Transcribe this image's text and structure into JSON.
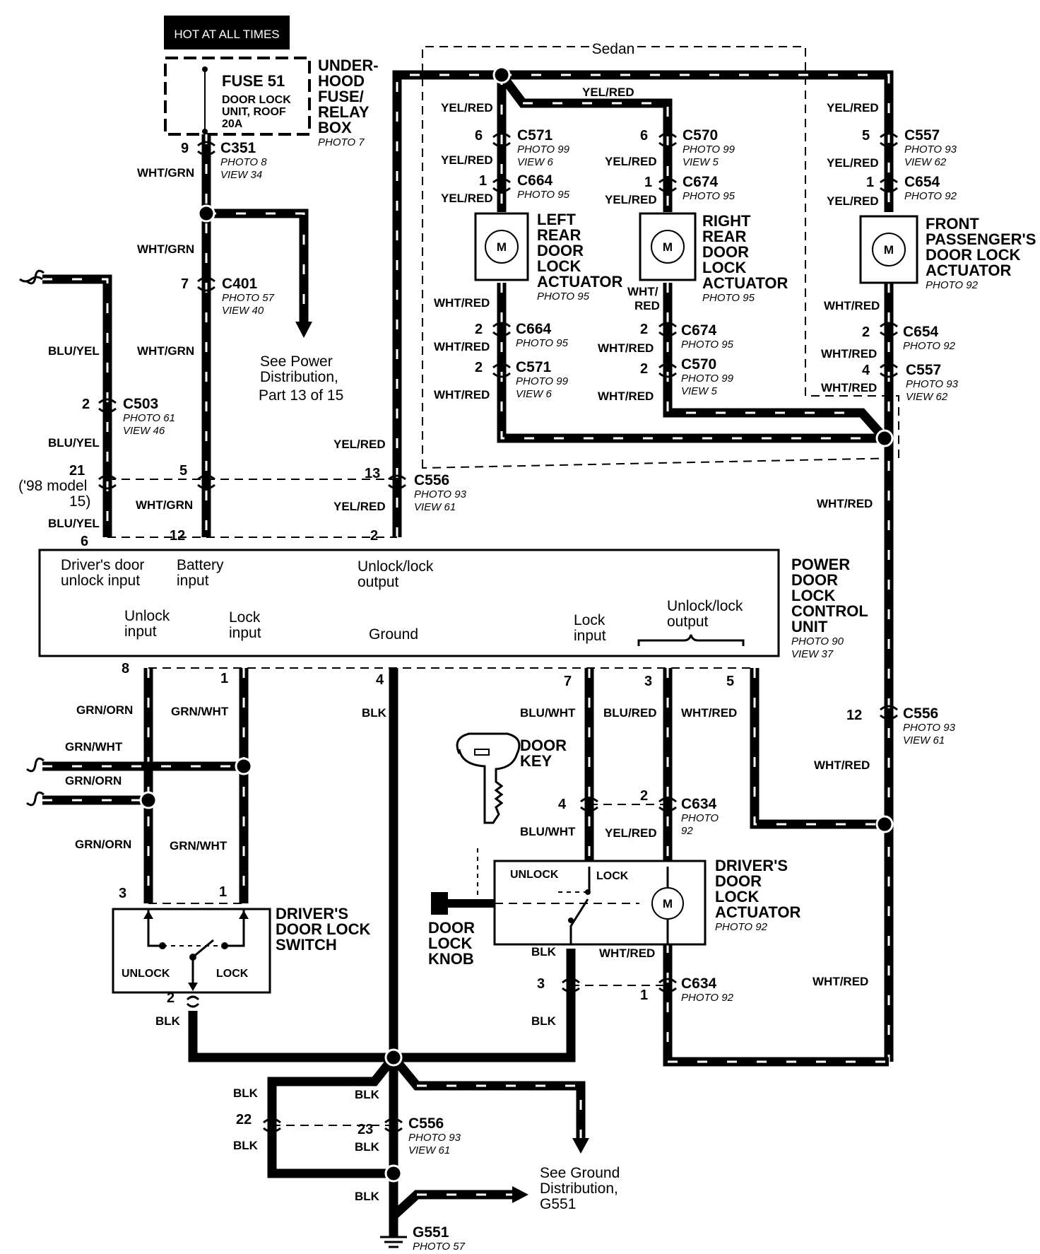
{
  "header": {
    "hot_label": "HOT AT ALL TIMES",
    "sedan_label": "Sedan"
  },
  "fuse": {
    "name": "FUSE 51",
    "desc1": "DOOR LOCK",
    "desc2": "UNIT, ROOF",
    "rating": "20A",
    "box_lines": [
      "UNDER-",
      "HOOD",
      "FUSE/",
      "RELAY",
      "BOX"
    ],
    "photo": "PHOTO 7"
  },
  "wires": {
    "wht_grn": "WHT/GRN",
    "yel_red": "YEL/RED",
    "wht_red": "WHT/RED",
    "blu_yel": "BLU/YEL",
    "grn_orn": "GRN/ORN",
    "grn_wht": "GRN/WHT",
    "blk": "BLK",
    "blu_wht": "BLU/WHT",
    "blu_red": "BLU/RED",
    "wht_red_split_1": "WHT/",
    "wht_red_split_2": "RED"
  },
  "connectors": {
    "c351": {
      "id": "C351",
      "pin": "9",
      "photo": "PHOTO 8",
      "view": "VIEW 34"
    },
    "c401": {
      "id": "C401",
      "pin": "7",
      "photo": "PHOTO 57",
      "view": "VIEW 40"
    },
    "c503": {
      "id": "C503",
      "pin": "2",
      "photo": "PHOTO 61",
      "view": "VIEW 46"
    },
    "c556": {
      "id": "C556",
      "photo": "PHOTO 93",
      "view": "VIEW 61",
      "pins": [
        "21",
        "5",
        "13",
        "6",
        "12",
        "2",
        "22",
        "23"
      ],
      "model_note": [
        "('98 model",
        "15)"
      ]
    },
    "c571_top": {
      "id": "C571",
      "pin": "6",
      "photo": "PHOTO 99",
      "view": "VIEW 6"
    },
    "c664_top": {
      "id": "C664",
      "pin": "1",
      "photo": "PHOTO 95"
    },
    "c570_top": {
      "id": "C570",
      "pin": "6",
      "photo": "PHOTO 99",
      "view": "VIEW 5"
    },
    "c674_top": {
      "id": "C674",
      "pin": "1",
      "photo": "PHOTO 95"
    },
    "c557_top": {
      "id": "C557",
      "pin": "5",
      "photo": "PHOTO 93",
      "view": "VIEW 62"
    },
    "c654_top": {
      "id": "C654",
      "pin": "1",
      "photo": "PHOTO 92"
    },
    "c664_bot": {
      "id": "C664",
      "pin": "2",
      "photo": "PHOTO 95"
    },
    "c571_bot": {
      "id": "C571",
      "pin": "2",
      "photo": "PHOTO 99",
      "view": "VIEW 6"
    },
    "c674_bot": {
      "id": "C674",
      "pin": "2",
      "photo": "PHOTO 95"
    },
    "c570_bot": {
      "id": "C570",
      "pin": "2",
      "photo": "PHOTO 99",
      "view": "VIEW 5"
    },
    "c654_bot": {
      "id": "C654",
      "pin": "2",
      "photo": "PHOTO 92"
    },
    "c557_bot": {
      "id": "C557",
      "pin": "4",
      "photo": "PHOTO 93",
      "view": "VIEW 62"
    },
    "c556_right": {
      "id": "C556",
      "pin": "12",
      "photo": "PHOTO 93",
      "view": "VIEW 61"
    },
    "c634_top": {
      "id": "C634",
      "pins": [
        "4",
        "2"
      ],
      "photo": "PHOTO",
      "photo2": "92"
    },
    "c634_bot": {
      "id": "C634",
      "pins": [
        "3",
        "1"
      ],
      "photo": "PHOTO 92"
    },
    "g551": {
      "id": "G551",
      "photo": "PHOTO 57"
    }
  },
  "actuators": {
    "left_rear": {
      "lines": [
        "LEFT",
        "REAR",
        "DOOR",
        "LOCK",
        "ACTUATOR"
      ],
      "photo": "PHOTO 95"
    },
    "right_rear": {
      "lines": [
        "RIGHT",
        "REAR",
        "DOOR",
        "LOCK",
        "ACTUATOR"
      ],
      "photo": "PHOTO 95"
    },
    "front_pass": {
      "lines": [
        "FRONT",
        "PASSENGER'S",
        "DOOR LOCK",
        "ACTUATOR"
      ],
      "photo": "PHOTO 92"
    },
    "drivers": {
      "lines": [
        "DRIVER'S",
        "DOOR",
        "LOCK",
        "ACTUATOR"
      ],
      "photo": "PHOTO 92",
      "unlock": "UNLOCK",
      "lock": "LOCK"
    },
    "motor": "M"
  },
  "power_distribution": [
    "See Power",
    "Distribution,",
    "Part 13 of 15"
  ],
  "control_unit": {
    "title": [
      "POWER",
      "DOOR",
      "LOCK",
      "CONTROL",
      "UNIT"
    ],
    "photo": "PHOTO 90",
    "view": "VIEW 37",
    "drivers_door": [
      "Driver's door",
      "unlock input"
    ],
    "battery": [
      "Battery",
      "input"
    ],
    "unlock_lock_top": [
      "Unlock/lock",
      "output"
    ],
    "unlock_input": [
      "Unlock",
      "input"
    ],
    "lock_input_left": [
      "Lock",
      "input"
    ],
    "ground": "Ground",
    "lock_input_right": [
      "Lock",
      "input"
    ],
    "unlock_lock_right": [
      "Unlock/lock",
      "output"
    ],
    "pins": [
      "8",
      "1",
      "4",
      "7",
      "3",
      "5"
    ]
  },
  "switch": {
    "title": [
      "DRIVER'S",
      "DOOR LOCK",
      "SWITCH"
    ],
    "unlock": "UNLOCK",
    "lock": "LOCK",
    "pins": [
      "3",
      "1",
      "2"
    ]
  },
  "door_key": [
    "DOOR",
    "KEY"
  ],
  "door_lock_knob": [
    "DOOR",
    "LOCK",
    "KNOB"
  ],
  "ground_distribution": [
    "See Ground",
    "Distribution,",
    "G551"
  ]
}
